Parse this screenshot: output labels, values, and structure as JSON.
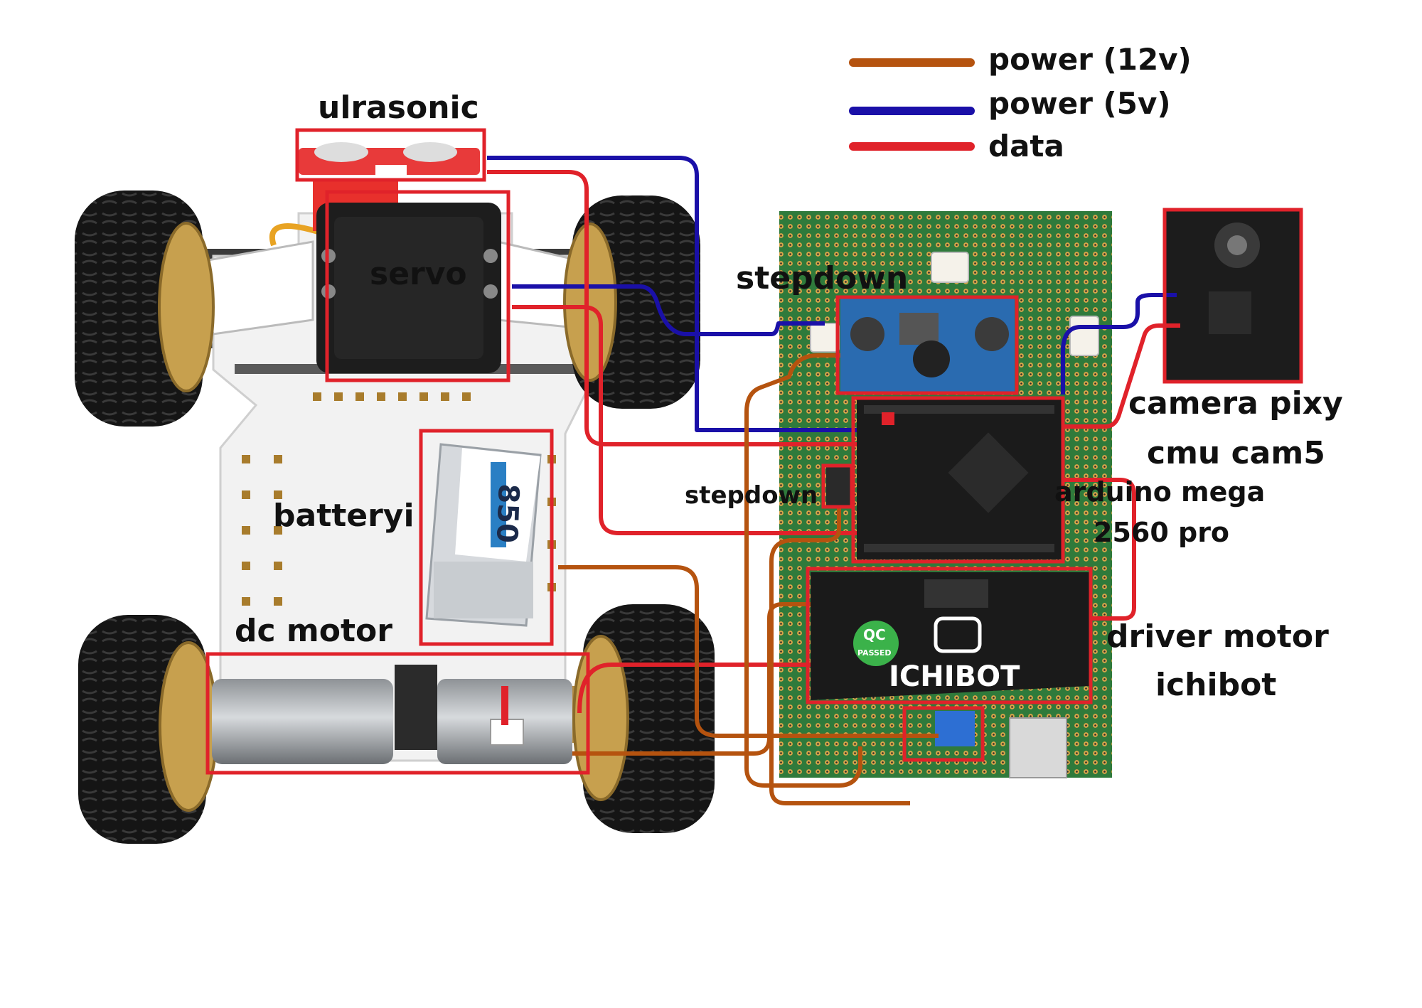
{
  "legend": [
    {
      "label": "power (12v)",
      "color": "#b5530f"
    },
    {
      "label": "power (5v)",
      "color": "#1a10a8"
    },
    {
      "label": "data",
      "color": "#e0222a"
    }
  ],
  "labels": {
    "ultrasonic": "ulrasonic",
    "servo": "servo",
    "stepdown_top": "stepdown",
    "stepdown_mid": "stepdown",
    "battery": "batteryi",
    "dc_motor": "dc motor",
    "camera_line1": "camera pixy",
    "camera_line2": "cmu cam5",
    "arduino_line1": "arduino mega",
    "arduino_line2": "2560 pro",
    "driver_line1": "driver motor",
    "driver_line2": "ichibot",
    "driver_brand": "ICHIBOT",
    "battery_capacity": "850",
    "qc_line1": "QC",
    "qc_line2": "PASSED"
  },
  "colors": {
    "box": "#e0222a",
    "wire_12v": "#b5530f",
    "wire_5v": "#1a10a8",
    "wire_data": "#e0222a",
    "pcb": "#2f7a3b",
    "tire": "#141414"
  }
}
